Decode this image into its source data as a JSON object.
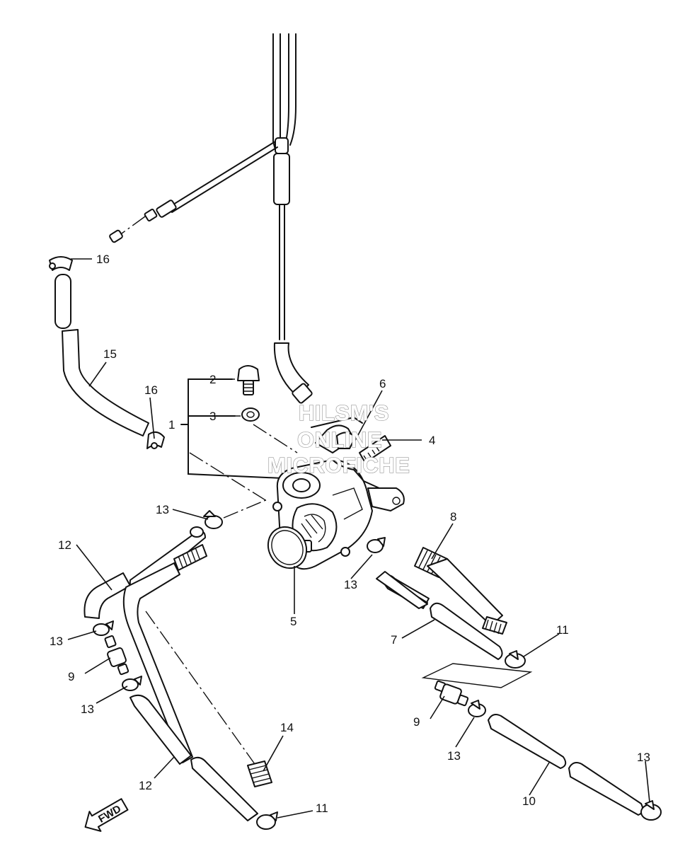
{
  "diagram": {
    "type": "exploded parts diagram",
    "callouts": {
      "c1": "1",
      "c2": "2",
      "c3": "3",
      "c4": "4",
      "c5": "5",
      "c6": "6",
      "c7": "7",
      "c8": "8",
      "c9a": "9",
      "c9b": "9",
      "c10": "10",
      "c11a": "11",
      "c11b": "11",
      "c12a": "12",
      "c12b": "12",
      "c13a": "13",
      "c13b": "13",
      "c13c": "13",
      "c13d": "13",
      "c13e": "13",
      "c13f": "13",
      "c14": "14",
      "c15": "15",
      "c16a": "16",
      "c16b": "16"
    },
    "fwd_label": "FWD",
    "watermark": [
      "HILSM'S",
      "ONLINE",
      "MICROFICHE"
    ]
  }
}
